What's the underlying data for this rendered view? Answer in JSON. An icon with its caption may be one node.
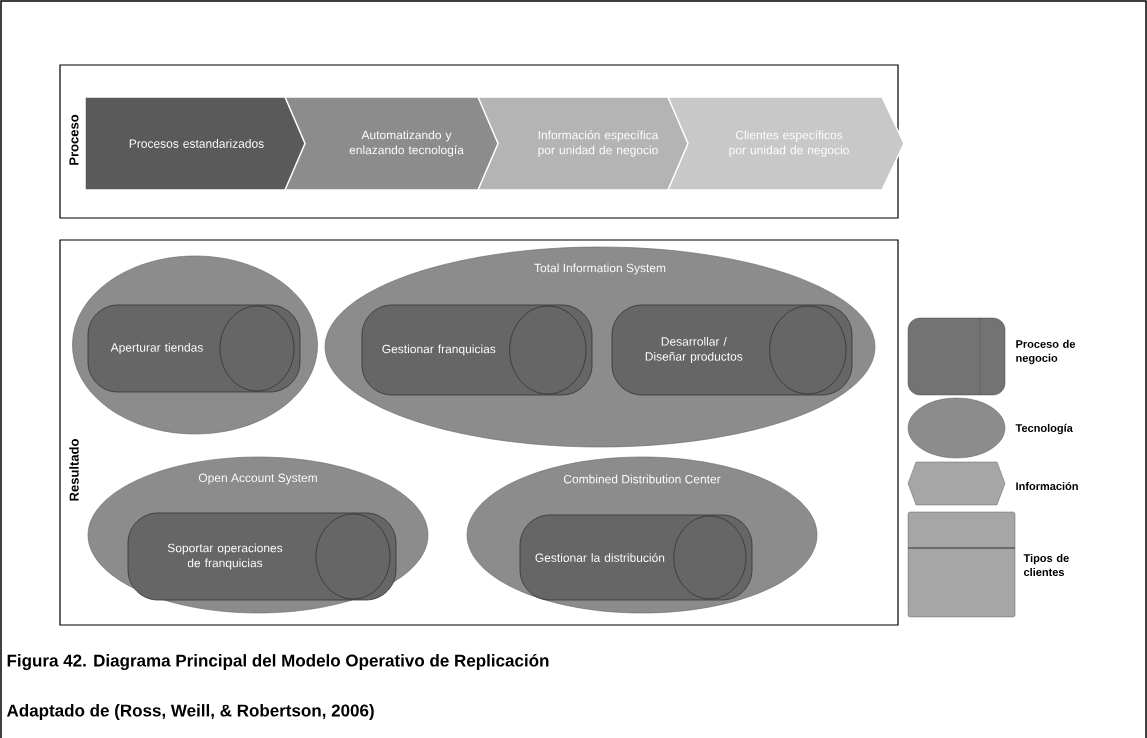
{
  "diagram": {
    "caption": "Figura 42.  Diagrama Principal del Modelo Operativo de Replicación",
    "nodes": [
      {
        "text": [
          "Proceso"
        ]
      },
      {
        "text": [
          "Procesos estandarizados"
        ],
        "in": 0
      },
      {
        "text": [
          "Automatizando y enlazando tecnología"
        ],
        "in": 0
      },
      {
        "text": [
          "Información específica por unidad de negocio"
        ],
        "in": 0
      },
      {
        "text": [
          "Clientes específicos por unidad de negocio"
        ],
        "in": 0
      },
      {
        "text": [
          "Resultado"
        ]
      },
      {
        "text": [],
        "shape": "ellipse",
        "in": 5
      },
      {
        "text": [
          "Aperturar tiendas"
        ],
        "in": 6
      },
      {
        "text": [
          "Total Information System"
        ],
        "in": 5
      },
      {
        "text": [
          "Gestionar franquicias"
        ],
        "in": 8
      },
      {
        "text": [
          "Desarrollar / Diseñar productos"
        ],
        "in": 8
      },
      {
        "text": [
          "Open Account System"
        ],
        "in": 5
      },
      {
        "text": [
          "Soportar operaciones de franquicias"
        ],
        "in": 11
      },
      {
        "text": [
          "Combined Distribution Center"
        ],
        "in": 5
      },
      {
        "text": [
          "Gestionar la distribución"
        ],
        "in": 13
      }
    ],
    "labels": [
      "Adaptado de  (Ross, Weill, & Robertson, 2006)"
    ],
    "legend": [
      {
        "text": "Proceso de negocio"
      },
      {
        "text": "Tecnología"
      },
      {
        "text": "Información"
      },
      {
        "text": "Tipos de clientes"
      }
    ]
  }
}
